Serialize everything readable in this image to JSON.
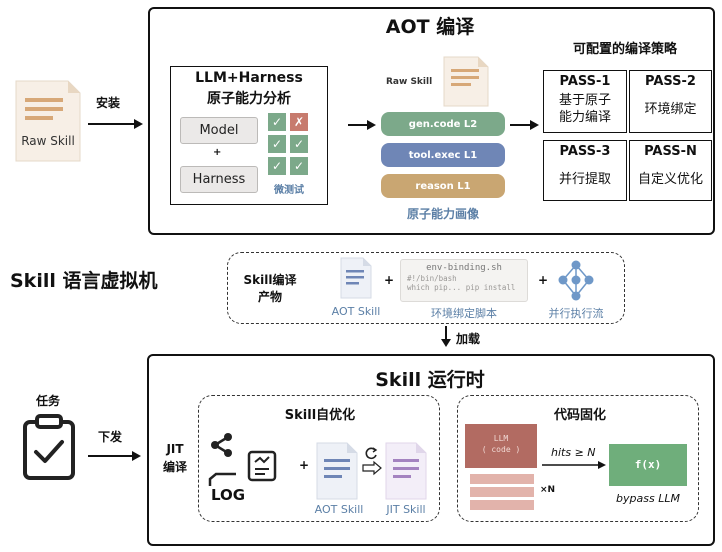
{
  "aot": {
    "title": "AOT 编译",
    "raw_skill_label": "Raw Skill",
    "install_label": "安装",
    "analysis_title_1": "LLM+Harness",
    "analysis_title_2": "原子能力分析",
    "model_label": "Model",
    "plus": "+",
    "harness_label": "Harness",
    "micro_test_label": "微测试",
    "grid_marks": [
      "✓",
      "✗",
      "✓",
      "✓",
      "✓",
      "✓"
    ],
    "raw_skill_small": "Raw Skill",
    "pills": [
      "gen.code L2",
      "tool.exec L1",
      "reason L1"
    ],
    "portrait_label": "原子能力画像",
    "strategy_title": "可配置的编译策略",
    "passes": [
      {
        "title": "PASS-1",
        "desc_1": "基于原子",
        "desc_2": "能力编译"
      },
      {
        "title": "PASS-2",
        "desc_1": "环境绑定",
        "desc_2": ""
      },
      {
        "title": "PASS-3",
        "desc_1": "并行提取",
        "desc_2": ""
      },
      {
        "title": "PASS-N",
        "desc_1": "自定义优化",
        "desc_2": ""
      }
    ]
  },
  "vm": {
    "title": "Skill 语言虚拟机",
    "artifact_label_1": "Skill编译",
    "artifact_label_2": "产物",
    "aot_skill_label": "AOT Skill",
    "plus": "+",
    "script_name": "env-binding.sh",
    "script_line_1": "#!/bin/bash",
    "script_line_2": "which pip... pip install",
    "env_script_label": "环境绑定脚本",
    "parallel_flow_label": "并行执行流",
    "load_label": "加载"
  },
  "runtime": {
    "title": "Skill 运行时",
    "task_label": "任务",
    "dispatch_label": "下发",
    "jit_label_1": "JIT",
    "jit_label_2": "编译",
    "self_opt_title": "Skill自优化",
    "log_label": "LOG",
    "plus": "+",
    "aot_skill_label": "AOT Skill",
    "jit_skill_label": "JIT Skill",
    "solidify_title": "代码固化",
    "llm_code_1": "LLM",
    "llm_code_2": "( code )",
    "hits_label": "hits ≥ N",
    "times_label": "×N",
    "func_label": "f(x)",
    "bypass_label": "bypass LLM"
  },
  "colors": {
    "doc_lines": "#d7a878",
    "green": "#7ca98a",
    "blue": "#6f86b6",
    "tan": "#c9a672",
    "red": "#c77b6e",
    "purple": "#a483c0",
    "node_blue": "#6f98c8",
    "label_blue": "#5b7fa6",
    "llm_red": "#b26b62",
    "pink": "#e2b3ab",
    "func_green": "#6fae7b"
  }
}
